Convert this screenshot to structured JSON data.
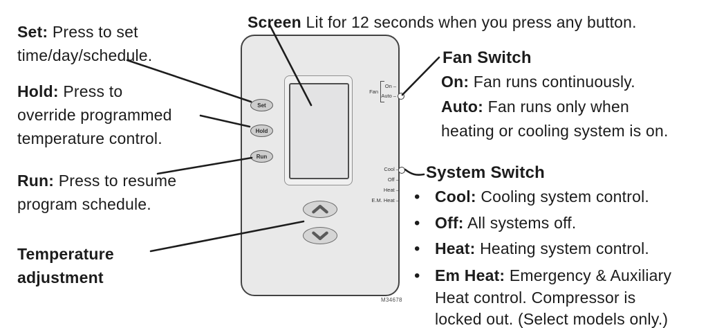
{
  "top_note": {
    "bold": "Screen",
    "rest": " Lit for 12 seconds when you press any button."
  },
  "left_callouts": [
    {
      "lines": [
        {
          "bold": "Set:",
          "rest": " Press to set"
        },
        {
          "rest": "time/day/schedule."
        }
      ]
    },
    {
      "lines": [
        {
          "bold": "Hold:",
          "rest": " Press to"
        },
        {
          "rest": "override programmed"
        },
        {
          "rest": "temperature control."
        }
      ]
    },
    {
      "lines": [
        {
          "bold": "Run:",
          "rest": " Press to resume"
        },
        {
          "rest": "program schedule."
        }
      ]
    },
    {
      "lines": [
        {
          "bold": "Temperature"
        },
        {
          "bold": "adjustment"
        }
      ]
    }
  ],
  "fan_switch": {
    "heading": "Fan Switch",
    "lines": [
      {
        "bold": "On:",
        "rest": " Fan runs continuously."
      },
      {
        "bold": "Auto:",
        "rest": " Fan runs only when"
      },
      {
        "rest": "heating or cooling system is on."
      }
    ]
  },
  "system_switch": {
    "heading": "System Switch",
    "bullet": "•",
    "items": [
      {
        "bold": "Cool:",
        "rest": " Cooling system control."
      },
      {
        "bold": "Off:",
        "rest": " All systems off."
      },
      {
        "bold": "Heat:",
        "rest": " Heating system control."
      },
      {
        "bold": "Em Heat:",
        "rest": " Emergency & Auxiliary",
        "wrap": [
          "Heat control. Compressor is",
          "locked out. (Select models only.)"
        ]
      }
    ]
  },
  "device": {
    "buttons": [
      "Set",
      "Hold",
      "Run"
    ],
    "fan_label": "Fan",
    "fan_positions": [
      "On –",
      "Auto –"
    ],
    "system_positions": [
      "Cool –",
      "Off –",
      "Heat –",
      "E.M. Heat –"
    ],
    "model": "M34678"
  },
  "colors": {
    "text": "#1c1c1c",
    "device_body": "#e9e9e9",
    "device_border": "#424242",
    "button_fill": "#cdcdcd",
    "screen_fill": "#e3e3e4",
    "callout_line": "#1d1d1d"
  }
}
